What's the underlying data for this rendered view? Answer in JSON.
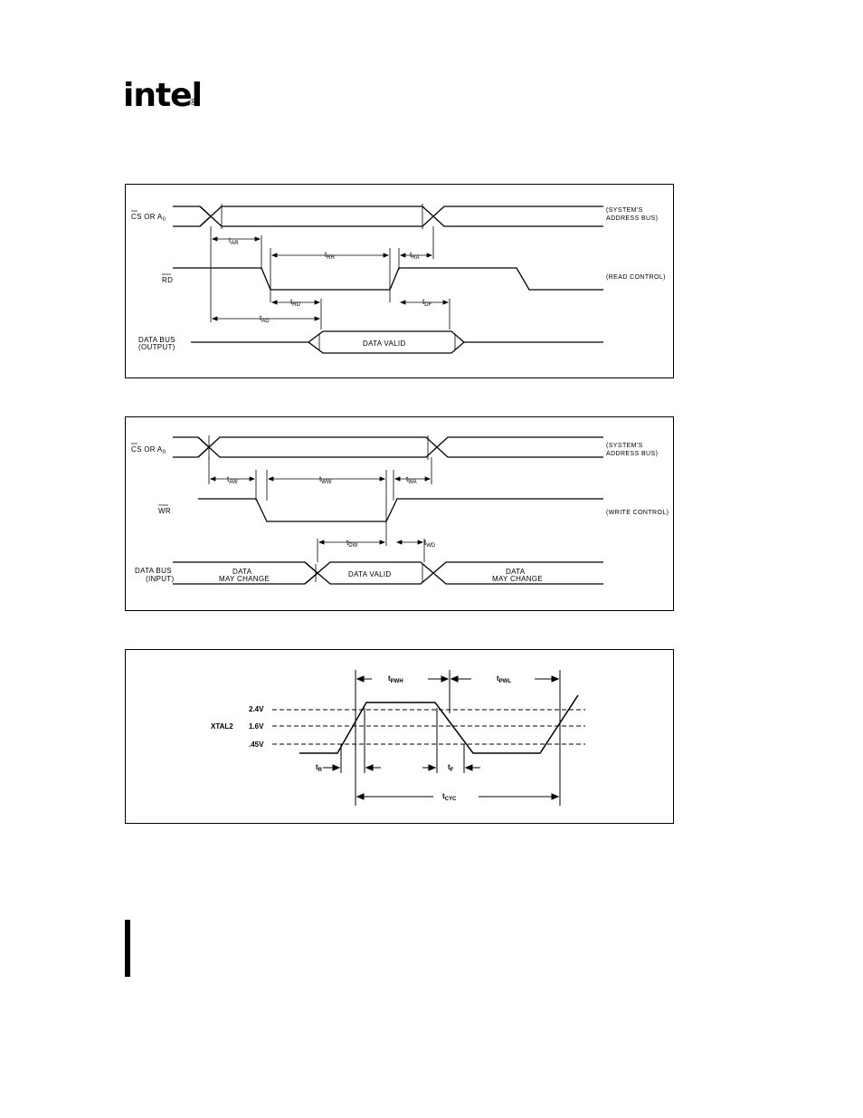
{
  "logo": {
    "brand": "intel",
    "registered": "®"
  },
  "read_diagram": {
    "signals": {
      "cs_line1": "CS OR A",
      "cs_sub": "0",
      "rd": "RD",
      "data_bus_line1": "DATA BUS",
      "data_bus_line2": "(OUTPUT)"
    },
    "side_labels": {
      "address_bus_line1": "(SYSTEM'S",
      "address_bus_line2": "ADDRESS BUS)",
      "read_control": "(READ CONTROL)"
    },
    "timing": {
      "tar": "AR",
      "trr": "RR",
      "tra": "RA",
      "trd": "RD",
      "tdf": "DF",
      "tad": "AD",
      "prefix": "t"
    },
    "data_valid": "DATA VALID"
  },
  "write_diagram": {
    "signals": {
      "cs_line1": "CS OR A",
      "cs_sub": "0",
      "wr": "WR",
      "data_bus_line1": "DATA BUS",
      "data_bus_line2": "(INPUT)"
    },
    "side_labels": {
      "address_bus_line1": "(SYSTEM'S",
      "address_bus_line2": "ADDRESS BUS)",
      "write_control": "(WRITE CONTROL)"
    },
    "timing": {
      "taw": "AW",
      "tww": "WW",
      "twa": "WA",
      "tdw": "DW",
      "twd": "WD",
      "prefix": "t"
    },
    "data_valid": "DATA VALID",
    "may_change_line1": "DATA",
    "may_change_line2": "MAY CHANGE"
  },
  "clock_diagram": {
    "signal": "XTAL2",
    "levels": [
      "2.4V",
      "1.6V",
      ".45V"
    ],
    "timing": {
      "prefix": "t",
      "tpwh": "PWH",
      "tpwl": "PWL",
      "tr": "R",
      "tf": "F",
      "tcyc": "CYC"
    }
  }
}
